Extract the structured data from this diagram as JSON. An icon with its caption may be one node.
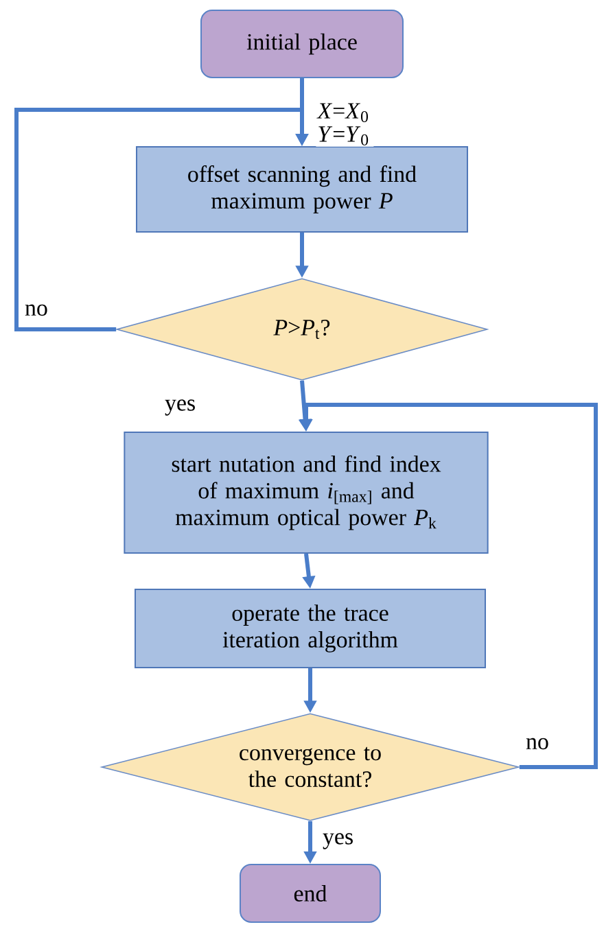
{
  "diagram": {
    "nodes": [
      {
        "text": [
          "initial place"
        ]
      },
      {
        "text": [
          "offset scanning and find maximum power *P*"
        ]
      },
      {
        "text": [
          "*P*>*P*$_{t}$?"
        ]
      },
      {
        "text": [
          "start nutation and find index of maximum *i*$_{[max]}$ and maximum optical power *P*$_{k}$"
        ]
      },
      {
        "text": [
          "operate the trace iteration algorithm"
        ]
      },
      {
        "text": [
          "convergence to the constant?"
        ]
      },
      {
        "text": [
          "end"
        ]
      }
    ],
    "edges": [
      {
        "from": 0,
        "to": 1,
        "arrow": "to",
        "label": "*X*=*X*$_{0}$ *Y*=*Y*$_{0}$"
      },
      {
        "from": 1,
        "to": 2,
        "arrow": "to"
      },
      {
        "from": 2,
        "to": 1,
        "arrow": "to",
        "label": "no"
      },
      {
        "from": 2,
        "to": 3,
        "arrow": "to",
        "label": "yes"
      },
      {
        "from": 3,
        "to": 4,
        "arrow": "to"
      },
      {
        "from": 4,
        "to": 5,
        "arrow": "to"
      },
      {
        "from": 5,
        "to": 3,
        "arrow": "to",
        "label": "no"
      },
      {
        "from": 5,
        "to": 6,
        "arrow": "to",
        "label": "yes"
      }
    ]
  }
}
